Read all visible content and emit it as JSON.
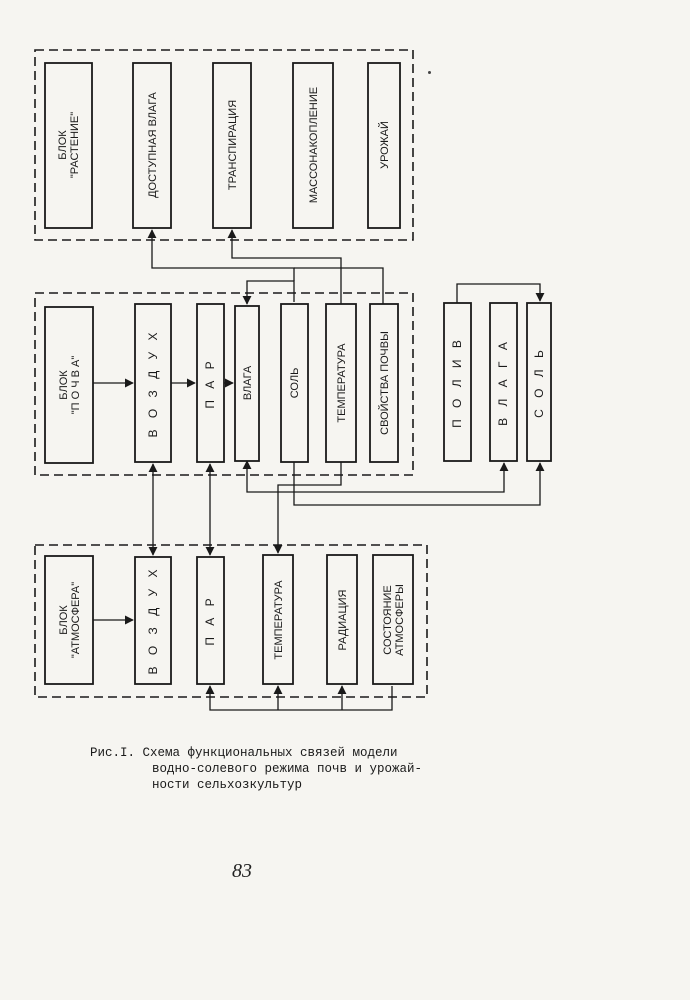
{
  "plant_block": {
    "items": [
      "БЛОК\n\"РАСТЕНИЕ\"",
      "ДОСТУПНАЯ ВЛАГА",
      "ТРАНСПИРАЦИЯ",
      "МАССОНАКОПЛЕНИЕ",
      "УРОЖАЙ"
    ]
  },
  "soil_block": {
    "items": [
      "БЛОК\n\"П О Ч В А\"",
      "В О З Д У Х",
      "П А Р",
      "ВЛАГА",
      "СОЛЬ",
      "ТЕМПЕРАТУРА",
      "СВОЙСТВА ПОЧВЫ"
    ]
  },
  "irrigation_block": {
    "items": [
      "П О Л И В",
      "В Л А Г А",
      "С О Л Ь"
    ]
  },
  "atmosphere_block": {
    "items": [
      "БЛОК\n\"АТМОСФЕРА\"",
      "В О З Д У Х",
      "П А Р",
      "ТЕМПЕРАТУРА",
      "РАДИАЦИЯ",
      "СОСТОЯНИЕ\nАТМОСФЕРЫ"
    ]
  },
  "caption": {
    "line1": "Рис.I. Схема функциональных связей модели",
    "line2": "водно-солевого режима почв и урожай-",
    "line3": "ности сельхозкультур"
  },
  "page_number": "83",
  "colors": {
    "ink": "#1a1a1a",
    "paper": "#f6f5f1"
  }
}
